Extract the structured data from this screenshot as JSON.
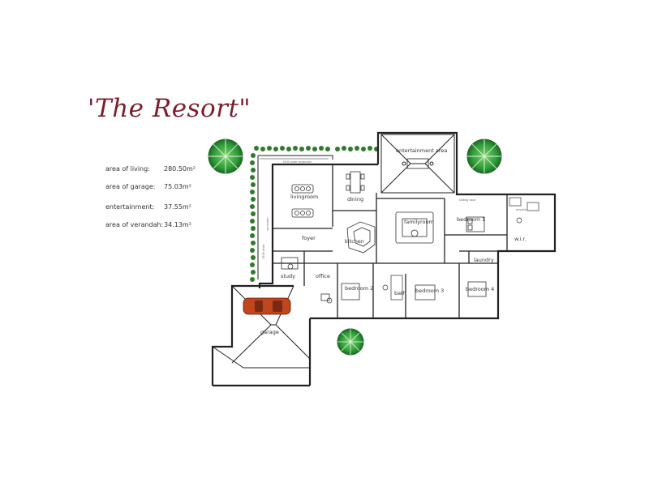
{
  "title": "'The Resort\"",
  "areas": [
    {
      "label": "area of living:",
      "value": "280.50m²"
    },
    {
      "label": "area of garage:",
      "value": "75.03m²"
    },
    {
      "label": "entertainment:",
      "value": "37.55m²"
    },
    {
      "label": "area of verandah:",
      "value": "34.13m²"
    }
  ],
  "rooms": {
    "verandah_top": "1500 wide verandah",
    "verandah_side": "verandah",
    "verandah_side_width": "1500 wide",
    "entertainment": "entertainment area",
    "dining": "dining",
    "livingroom": "livingroom",
    "familyroom": "familyroom",
    "foyer": "foyer",
    "kitchen": "kitchen",
    "bedroom1": "bedroom 1",
    "ensuite": "ensuite",
    "wir": "w.i.r.",
    "laundry": "laundry",
    "study": "study",
    "office": "office",
    "bedroom2": "bedroom 2",
    "bath": "bath",
    "bedroom3": "bedroom 3",
    "bedroom4": "bedroom 4",
    "garage": "garage",
    "sliding_door": "sliding door"
  },
  "colors": {
    "title": "#7a1f2d",
    "tree": "#2f9e3a",
    "car": "#c0461e",
    "wall": "#222222"
  }
}
